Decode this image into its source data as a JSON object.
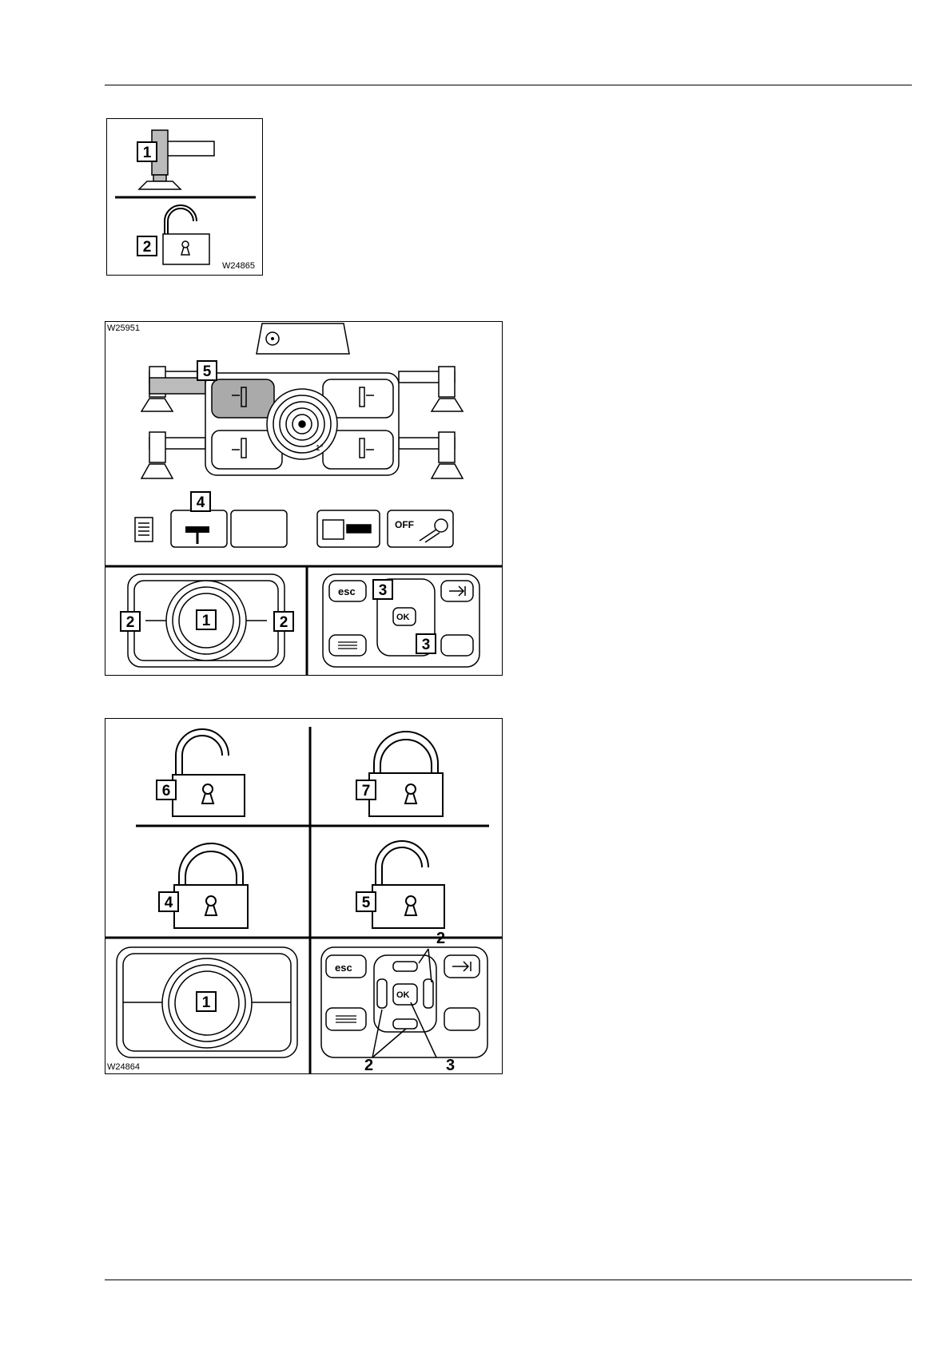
{
  "figures": {
    "fig1": {
      "id": "W24865",
      "callouts": [
        "1",
        "2"
      ]
    },
    "fig2": {
      "id": "W25951",
      "callouts": [
        "5",
        "4",
        "1",
        "2",
        "2",
        "3",
        "3"
      ],
      "angle_label": "1°",
      "buttons": {
        "esc": "esc",
        "ok": "OK",
        "off": "OFF"
      }
    },
    "fig3": {
      "id": "W24864",
      "callouts": [
        "6",
        "7",
        "4",
        "5",
        "1"
      ],
      "labels": [
        "2",
        "2",
        "3"
      ],
      "buttons": {
        "esc": "esc",
        "ok": "OK"
      }
    }
  },
  "icons": [
    "outrigger-icon",
    "padlock-open-icon",
    "padlock-closed-icon",
    "steering-wheel-icon",
    "spirit-level-icon",
    "menu-icon",
    "tab-arrow-icon",
    "crane-icon",
    "light-off-icon"
  ]
}
